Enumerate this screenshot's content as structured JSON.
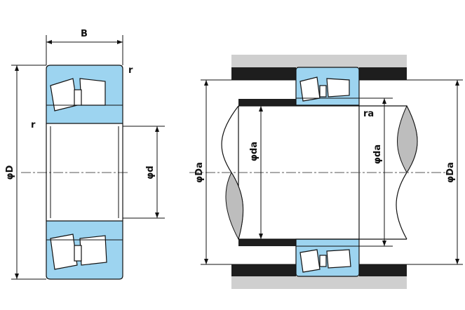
{
  "labels": {
    "width_b": "B",
    "fillet_r_top": "r",
    "fillet_r_left": "r",
    "outer_dia": "φD",
    "bore_dia": "φd",
    "housing_dia_left": "φDa",
    "shaft_dia_left": "φda",
    "fillet_ra": "ra",
    "shaft_dia_right": "φda",
    "housing_dia_right": "φDa"
  },
  "colors": {
    "bearing_fill": "#9dd4f0",
    "housing_fill": "#cfcfcf",
    "ring_fill": "#1e1e1e",
    "shaft_shade": "#bdbdbd"
  }
}
